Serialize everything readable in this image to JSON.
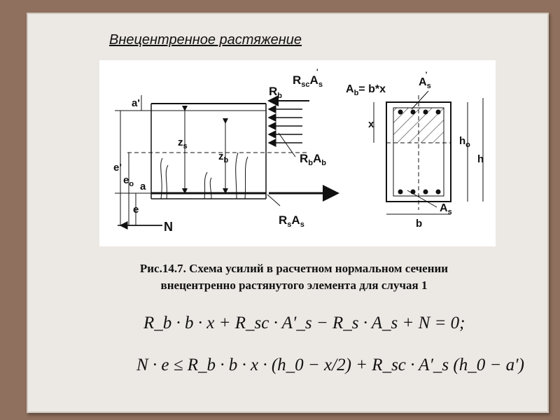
{
  "slide": {
    "title": "Внецентренное растяжение",
    "caption_line1": "Рис.14.7. Схема усилий в расчетном нормальном сечении",
    "caption_line2": "внецентренно растянутого  элемента для случая 1"
  },
  "diagram": {
    "labels": {
      "a_prime": "a'",
      "zs": "z",
      "zs_sub": "s",
      "zb": "z",
      "zb_sub": "b",
      "e_prime": "e'",
      "e0": "e",
      "e0_sub": "o",
      "a": "a",
      "e": "e",
      "N": "N",
      "Rsc_As": "R",
      "Rsc_sub": "sc",
      "Rsc_A": "A",
      "Rsc_A_sub": "s",
      "Rsc_prime": "'",
      "Rb": "R",
      "Rb_sub": "b",
      "RbAb": "R",
      "RbAb_sub1": "b",
      "RbAb_A": "A",
      "RbAb_sub2": "b",
      "RsAs": "R",
      "RsAs_sub1": "s",
      "RsAs_A": "A",
      "RsAs_sub2": "s",
      "Ab_eq": "A",
      "Ab_eq_sub": "b",
      "Ab_eq_rest": "= b*x",
      "As_top": "A",
      "As_top_sub": "s",
      "As_top_prime": "'",
      "x": "x",
      "h0": "h",
      "h0_sub": "o",
      "h": "h",
      "As_bot": "A",
      "As_bot_sub": "s",
      "b": "b"
    }
  },
  "formulas": {
    "eq1": "R_b · b · x + R_sc · A′_s − R_s · A_s + N = 0;",
    "eq2": "N · e ≤ R_b · b · x · (h_0 − x/2) + R_sc · A′_s (h_0 − a′)"
  }
}
